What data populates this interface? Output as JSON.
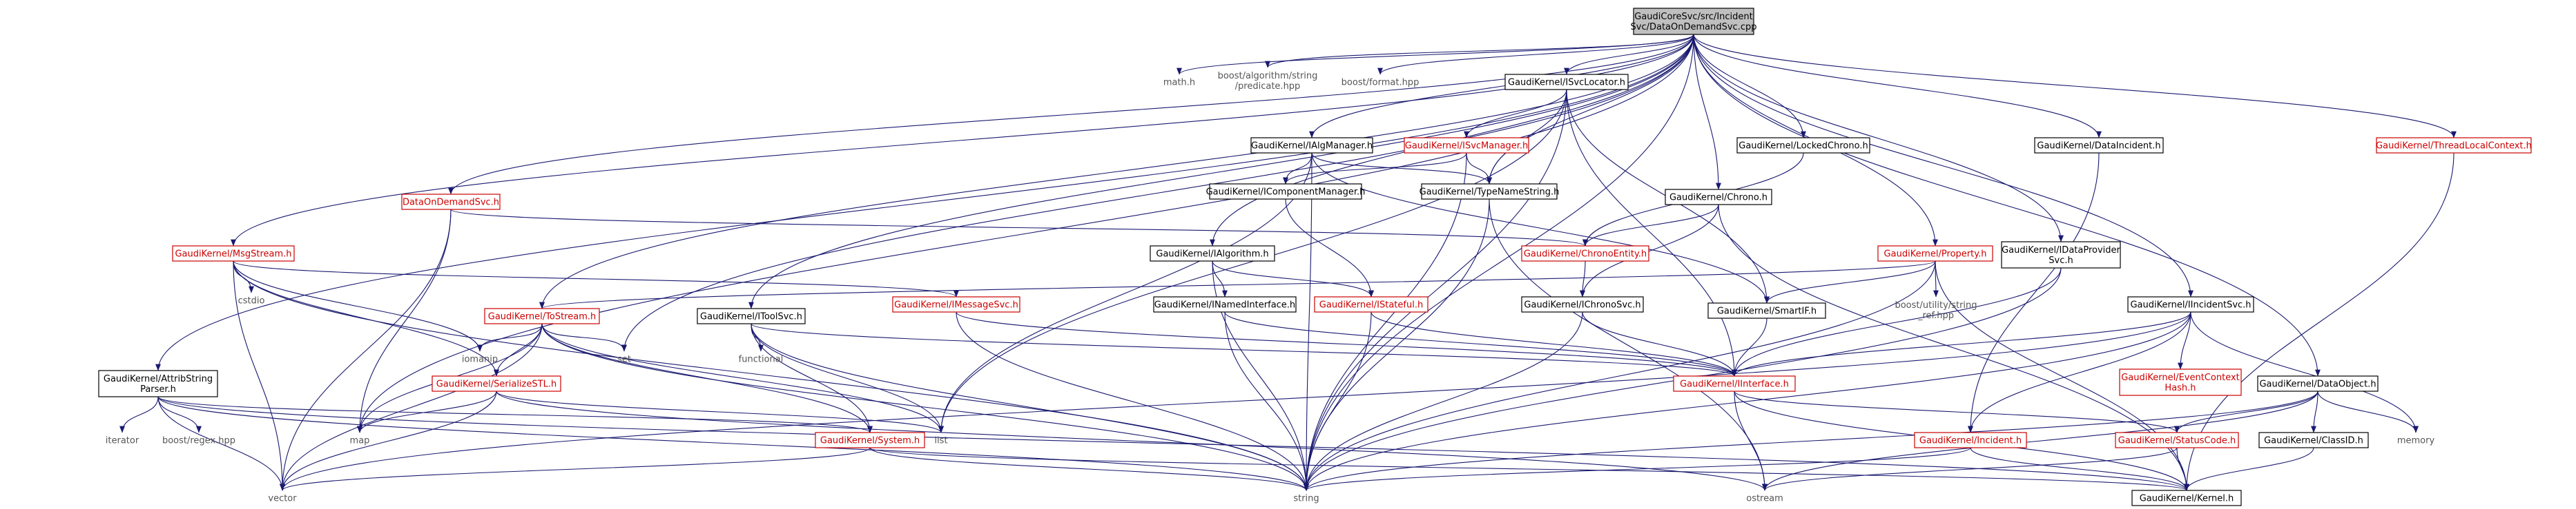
{
  "colors": {
    "edge": "#191970",
    "red_label": "#cc0000",
    "root_fill": "#bfbfbf",
    "plain_label": "#555555"
  },
  "nodes": [
    {
      "id": "root",
      "lines": [
        "GaudiCoreSvc/src/Incident",
        "Svc/DataOnDemandSvc.cpp"
      ],
      "style": "root"
    },
    {
      "id": "math",
      "lines": [
        "math.h"
      ],
      "style": "plain"
    },
    {
      "id": "predicate",
      "lines": [
        "boost/algorithm/string",
        "/predicate.hpp"
      ],
      "style": "plain"
    },
    {
      "id": "format",
      "lines": [
        "boost/format.hpp"
      ],
      "style": "plain"
    },
    {
      "id": "isvclocator",
      "lines": [
        "GaudiKernel/ISvcLocator.h"
      ],
      "style": "box"
    },
    {
      "id": "lockedchrono",
      "lines": [
        "GaudiKernel/LockedChrono.h"
      ],
      "style": "box"
    },
    {
      "id": "dataincident",
      "lines": [
        "GaudiKernel/DataIncident.h"
      ],
      "style": "box"
    },
    {
      "id": "threadlocal",
      "lines": [
        "GaudiKernel/ThreadLocalContext.h"
      ],
      "style": "red"
    },
    {
      "id": "ialgmanager",
      "lines": [
        "GaudiKernel/IAlgManager.h"
      ],
      "style": "box"
    },
    {
      "id": "isvcmanager",
      "lines": [
        "GaudiKernel/ISvcManager.h"
      ],
      "style": "red"
    },
    {
      "id": "dataondemandsvc",
      "lines": [
        "DataOnDemandSvc.h"
      ],
      "style": "red"
    },
    {
      "id": "icomponentmanager",
      "lines": [
        "GaudiKernel/IComponentManager.h"
      ],
      "style": "box"
    },
    {
      "id": "typenamestring",
      "lines": [
        "GaudiKernel/TypeNameString.h"
      ],
      "style": "box"
    },
    {
      "id": "chrono",
      "lines": [
        "GaudiKernel/Chrono.h"
      ],
      "style": "box"
    },
    {
      "id": "msgstream",
      "lines": [
        "GaudiKernel/MsgStream.h"
      ],
      "style": "red"
    },
    {
      "id": "ialgorithm",
      "lines": [
        "GaudiKernel/IAlgorithm.h"
      ],
      "style": "box"
    },
    {
      "id": "chronoentity",
      "lines": [
        "GaudiKernel/ChronoEntity.h"
      ],
      "style": "red"
    },
    {
      "id": "property",
      "lines": [
        "GaudiKernel/Property.h"
      ],
      "style": "red"
    },
    {
      "id": "idataprovidersvc",
      "lines": [
        "GaudiKernel/IDataProvider",
        "Svc.h"
      ],
      "style": "box"
    },
    {
      "id": "cstdio",
      "lines": [
        "cstdio"
      ],
      "style": "plain"
    },
    {
      "id": "imessagesvc",
      "lines": [
        "GaudiKernel/IMessageSvc.h"
      ],
      "style": "red"
    },
    {
      "id": "inamedinterface",
      "lines": [
        "GaudiKernel/INamedInterface.h"
      ],
      "style": "box"
    },
    {
      "id": "istateful",
      "lines": [
        "GaudiKernel/IStateful.h"
      ],
      "style": "red"
    },
    {
      "id": "ichronosvc",
      "lines": [
        "GaudiKernel/IChronoSvc.h"
      ],
      "style": "box"
    },
    {
      "id": "smartif",
      "lines": [
        "GaudiKernel/SmartIF.h"
      ],
      "style": "box"
    },
    {
      "id": "string_ref",
      "lines": [
        "boost/utility/string",
        "_ref.hpp"
      ],
      "style": "plain"
    },
    {
      "id": "iincidentsvc",
      "lines": [
        "GaudiKernel/IIncidentSvc.h"
      ],
      "style": "box"
    },
    {
      "id": "tostream",
      "lines": [
        "GaudiKernel/ToStream.h"
      ],
      "style": "red"
    },
    {
      "id": "itoolsvc",
      "lines": [
        "GaudiKernel/IToolSvc.h"
      ],
      "style": "box"
    },
    {
      "id": "iomanip",
      "lines": [
        "iomanip"
      ],
      "style": "plain"
    },
    {
      "id": "set",
      "lines": [
        "set"
      ],
      "style": "plain"
    },
    {
      "id": "functional",
      "lines": [
        "functional"
      ],
      "style": "plain"
    },
    {
      "id": "attribstring",
      "lines": [
        "GaudiKernel/AttribString",
        "Parser.h"
      ],
      "style": "box"
    },
    {
      "id": "serializestl",
      "lines": [
        "GaudiKernel/SerializeSTL.h"
      ],
      "style": "red"
    },
    {
      "id": "iinterface",
      "lines": [
        "GaudiKernel/IInterface.h"
      ],
      "style": "red"
    },
    {
      "id": "eventcontexthash",
      "lines": [
        "GaudiKernel/EventContext",
        "Hash.h"
      ],
      "style": "red"
    },
    {
      "id": "dataobject",
      "lines": [
        "GaudiKernel/DataObject.h"
      ],
      "style": "box"
    },
    {
      "id": "memory",
      "lines": [
        "memory"
      ],
      "style": "plain"
    },
    {
      "id": "iterator",
      "lines": [
        "iterator"
      ],
      "style": "plain"
    },
    {
      "id": "regex",
      "lines": [
        "boost/regex.hpp"
      ],
      "style": "plain"
    },
    {
      "id": "map",
      "lines": [
        "map"
      ],
      "style": "plain"
    },
    {
      "id": "system",
      "lines": [
        "GaudiKernel/System.h"
      ],
      "style": "red"
    },
    {
      "id": "list",
      "lines": [
        "list"
      ],
      "style": "plain"
    },
    {
      "id": "incident",
      "lines": [
        "GaudiKernel/Incident.h"
      ],
      "style": "red"
    },
    {
      "id": "statuscode",
      "lines": [
        "GaudiKernel/StatusCode.h"
      ],
      "style": "red"
    },
    {
      "id": "classid",
      "lines": [
        "GaudiKernel/ClassID.h"
      ],
      "style": "box"
    },
    {
      "id": "vector",
      "lines": [
        "vector"
      ],
      "style": "plain"
    },
    {
      "id": "string",
      "lines": [
        "string"
      ],
      "style": "plain"
    },
    {
      "id": "ostream",
      "lines": [
        "ostream"
      ],
      "style": "plain"
    },
    {
      "id": "kernel",
      "lines": [
        "GaudiKernel/Kernel.h"
      ],
      "style": "box"
    }
  ],
  "edges": [
    [
      "root",
      "math"
    ],
    [
      "root",
      "predicate"
    ],
    [
      "root",
      "format"
    ],
    [
      "root",
      "isvclocator"
    ],
    [
      "root",
      "lockedchrono"
    ],
    [
      "root",
      "dataincident"
    ],
    [
      "root",
      "threadlocal"
    ],
    [
      "root",
      "ialgmanager"
    ],
    [
      "root",
      "dataondemandsvc"
    ],
    [
      "root",
      "msgstream"
    ],
    [
      "root",
      "ialgorithm"
    ],
    [
      "root",
      "property"
    ],
    [
      "root",
      "idataprovidersvc"
    ],
    [
      "root",
      "iincidentsvc"
    ],
    [
      "root",
      "tostream"
    ],
    [
      "root",
      "itoolsvc"
    ],
    [
      "root",
      "set"
    ],
    [
      "root",
      "attribstring"
    ],
    [
      "root",
      "dataobject"
    ],
    [
      "root",
      "map"
    ],
    [
      "root",
      "string"
    ],
    [
      "root",
      "typenamestring"
    ],
    [
      "root",
      "chrono"
    ],
    [
      "isvclocator",
      "isvcmanager"
    ],
    [
      "isvclocator",
      "typenamestring"
    ],
    [
      "isvclocator",
      "smartif"
    ],
    [
      "isvclocator",
      "iinterface"
    ],
    [
      "isvclocator",
      "string"
    ],
    [
      "isvclocator",
      "list"
    ],
    [
      "lockedchrono",
      "chronoentity"
    ],
    [
      "dataincident",
      "incident"
    ],
    [
      "threadlocal",
      "kernel"
    ],
    [
      "ialgmanager",
      "icomponentmanager"
    ],
    [
      "ialgmanager",
      "typenamestring"
    ],
    [
      "ialgmanager",
      "smartif"
    ],
    [
      "ialgmanager",
      "string"
    ],
    [
      "ialgmanager",
      "list"
    ],
    [
      "isvcmanager",
      "icomponentmanager"
    ],
    [
      "isvcmanager",
      "typenamestring"
    ],
    [
      "isvcmanager",
      "string"
    ],
    [
      "dataondemandsvc",
      "chronoentity"
    ],
    [
      "dataondemandsvc",
      "map"
    ],
    [
      "dataondemandsvc",
      "vector"
    ],
    [
      "icomponentmanager",
      "istateful"
    ],
    [
      "typenamestring",
      "string"
    ],
    [
      "typenamestring",
      "ostream"
    ],
    [
      "chrono",
      "chronoentity"
    ],
    [
      "chrono",
      "ichronosvc"
    ],
    [
      "chrono",
      "kernel"
    ],
    [
      "msgstream",
      "imessagesvc"
    ],
    [
      "msgstream",
      "cstdio"
    ],
    [
      "msgstream",
      "iomanip"
    ],
    [
      "msgstream",
      "string"
    ],
    [
      "msgstream",
      "vector"
    ],
    [
      "msgstream",
      "serializestl"
    ],
    [
      "ialgorithm",
      "inamedinterface"
    ],
    [
      "ialgorithm",
      "istateful"
    ],
    [
      "ialgorithm",
      "string"
    ],
    [
      "chronoentity",
      "ichronosvc"
    ],
    [
      "property",
      "tostream"
    ],
    [
      "property",
      "smartif"
    ],
    [
      "property",
      "string_ref"
    ],
    [
      "property",
      "string"
    ],
    [
      "property",
      "kernel"
    ],
    [
      "idataprovidersvc",
      "iinterface"
    ],
    [
      "idataprovidersvc",
      "string"
    ],
    [
      "imessagesvc",
      "iinterface"
    ],
    [
      "imessagesvc",
      "string"
    ],
    [
      "inamedinterface",
      "iinterface"
    ],
    [
      "inamedinterface",
      "string"
    ],
    [
      "istateful",
      "iinterface"
    ],
    [
      "istateful",
      "string"
    ],
    [
      "ichronosvc",
      "iinterface"
    ],
    [
      "ichronosvc",
      "string"
    ],
    [
      "smartif",
      "iinterface"
    ],
    [
      "iincidentsvc",
      "iinterface"
    ],
    [
      "iincidentsvc",
      "eventcontexthash"
    ],
    [
      "iincidentsvc",
      "incident"
    ],
    [
      "iincidentsvc",
      "memory"
    ],
    [
      "iincidentsvc",
      "string"
    ],
    [
      "iincidentsvc",
      "vector"
    ],
    [
      "tostream",
      "iomanip"
    ],
    [
      "tostream",
      "map"
    ],
    [
      "tostream",
      "set"
    ],
    [
      "tostream",
      "serializestl"
    ],
    [
      "tostream",
      "list"
    ],
    [
      "tostream",
      "string"
    ],
    [
      "tostream",
      "vector"
    ],
    [
      "tostream",
      "system"
    ],
    [
      "itoolsvc",
      "iinterface"
    ],
    [
      "itoolsvc",
      "functional"
    ],
    [
      "itoolsvc",
      "system"
    ],
    [
      "itoolsvc",
      "list"
    ],
    [
      "itoolsvc",
      "string"
    ],
    [
      "attribstring",
      "iterator"
    ],
    [
      "attribstring",
      "regex"
    ],
    [
      "attribstring",
      "system"
    ],
    [
      "attribstring",
      "string"
    ],
    [
      "attribstring",
      "vector"
    ],
    [
      "attribstring",
      "kernel"
    ],
    [
      "serializestl",
      "map"
    ],
    [
      "serializestl",
      "list"
    ],
    [
      "serializestl",
      "vector"
    ],
    [
      "serializestl",
      "ostream"
    ],
    [
      "iinterface",
      "statuscode"
    ],
    [
      "iinterface",
      "ostream"
    ],
    [
      "iinterface",
      "kernel"
    ],
    [
      "dataobject",
      "classid"
    ],
    [
      "dataobject",
      "statuscode"
    ],
    [
      "dataobject",
      "string"
    ],
    [
      "dataobject",
      "memory"
    ],
    [
      "dataobject",
      "ostream"
    ],
    [
      "system",
      "kernel"
    ],
    [
      "system",
      "string"
    ],
    [
      "system",
      "vector"
    ],
    [
      "incident",
      "string"
    ],
    [
      "incident",
      "kernel"
    ],
    [
      "statuscode",
      "ostream"
    ],
    [
      "statuscode",
      "kernel"
    ],
    [
      "classid",
      "kernel"
    ]
  ]
}
